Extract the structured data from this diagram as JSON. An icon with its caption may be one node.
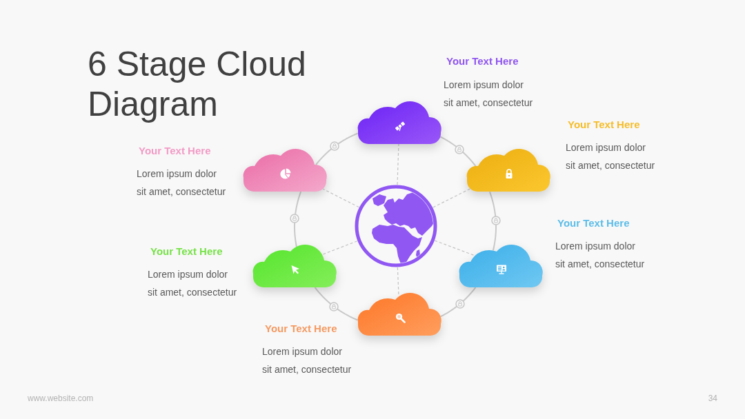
{
  "diagram": {
    "title": "6 Stage Cloud Diagram",
    "nodes": [
      {
        "text": [],
        "shape": "cloud",
        "beside": [
          "Your Text Here",
          "Lorem ipsum dolor sit amet, consectetur"
        ]
      },
      {
        "text": [],
        "shape": "cloud",
        "beside": [
          "Your Text Here",
          "Lorem ipsum dolor sit amet, consectetur"
        ]
      },
      {
        "text": [],
        "shape": "cloud",
        "beside": [
          "Your Text Here",
          "Lorem ipsum dolor sit amet, consectetur"
        ]
      },
      {
        "text": [],
        "shape": "picture"
      },
      {
        "text": [],
        "shape": "cloud",
        "beside": [
          "Your Text Here",
          "Lorem ipsum dolor sit amet, consectetur"
        ]
      },
      {
        "text": [],
        "shape": "cloud",
        "beside": [
          "Your Text Here",
          "Lorem ipsum dolor sit amet, consectetur"
        ]
      },
      {
        "text": [],
        "shape": "cloud",
        "beside": [
          "Your Text Here",
          "Lorem ipsum dolor sit amet, consectetur"
        ]
      }
    ],
    "edges": [
      {
        "from": 0,
        "to": 2,
        "arrow": "none"
      },
      {
        "from": 2,
        "to": 5,
        "arrow": "none"
      },
      {
        "from": 5,
        "to": 6,
        "arrow": "none"
      },
      {
        "from": 6,
        "to": 4,
        "arrow": "none"
      },
      {
        "from": 4,
        "to": 1,
        "arrow": "none"
      },
      {
        "from": 1,
        "to": 0,
        "arrow": "none"
      },
      {
        "from": 3,
        "to": 0,
        "arrow": "none",
        "style": "dashed"
      },
      {
        "from": 3,
        "to": 2,
        "arrow": "none",
        "style": "dashed"
      },
      {
        "from": 3,
        "to": 5,
        "arrow": "none",
        "style": "dashed"
      },
      {
        "from": 3,
        "to": 6,
        "arrow": "none",
        "style": "dashed"
      },
      {
        "from": 3,
        "to": 4,
        "arrow": "none",
        "style": "dashed"
      },
      {
        "from": 3,
        "to": 1,
        "arrow": "none",
        "style": "dashed"
      }
    ],
    "labels": [
      "www.website.com",
      "34"
    ]
  }
}
